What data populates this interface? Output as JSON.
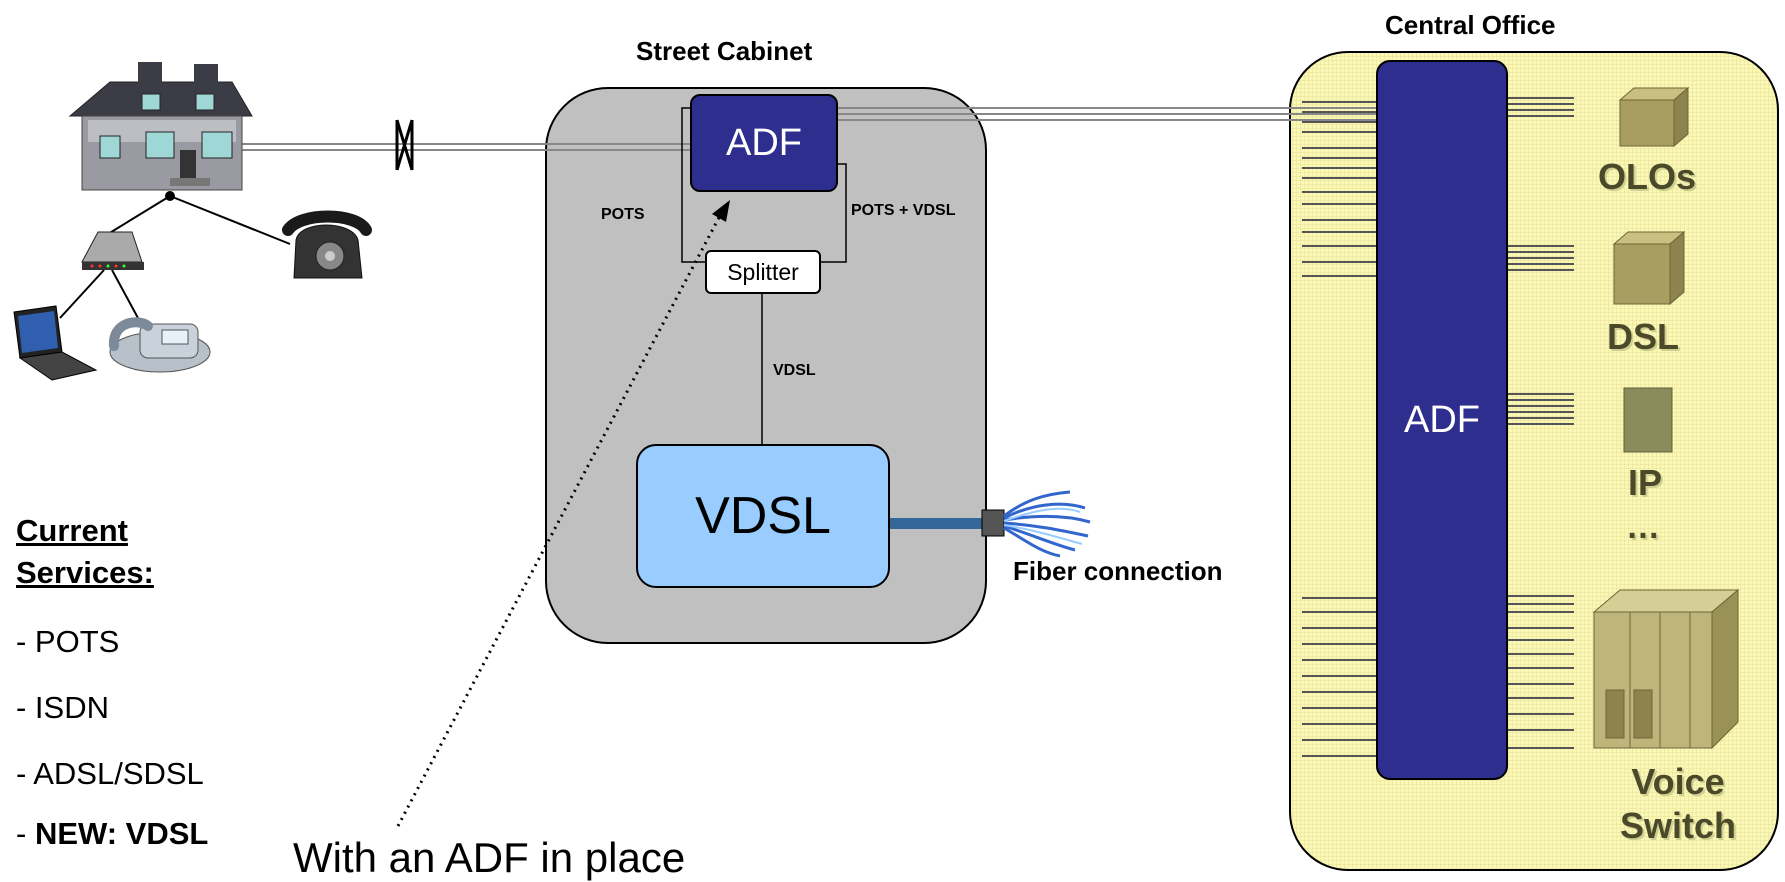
{
  "street_cabinet": {
    "title": "Street Cabinet",
    "adf_label": "ADF",
    "splitter_label": "Splitter",
    "vdsl_box_label": "VDSL",
    "pots_label": "POTS",
    "pots_vdsl_label": "POTS + VDSL",
    "vdsl_link_label": "VDSL"
  },
  "central_office": {
    "title": "Central Office",
    "adf_label": "ADF",
    "equipment": [
      "OLOs",
      "DSL",
      "IP",
      "…",
      "Voice Switch"
    ]
  },
  "fiber_label": "Fiber connection",
  "services": {
    "heading": "Current Services:",
    "items": [
      "- POTS",
      "- ISDN",
      "- ADSL/SDSL"
    ],
    "new_prefix": "- ",
    "new_item": "NEW: VDSL"
  },
  "annotation": "With an ADF in place",
  "icons": [
    "house-icon",
    "modem-icon",
    "laptop-icon",
    "desk-phone-icon",
    "rotary-phone-icon",
    "cable-bundle-icon",
    "server-cabinet-icon"
  ],
  "colors": {
    "cabinet_bg": "#c0c0c0",
    "office_bg": "#fbf7b0",
    "adf_blue": "#2e2e8e",
    "vdsl_blue": "#99ccff",
    "fiber_blue": "#336699"
  }
}
